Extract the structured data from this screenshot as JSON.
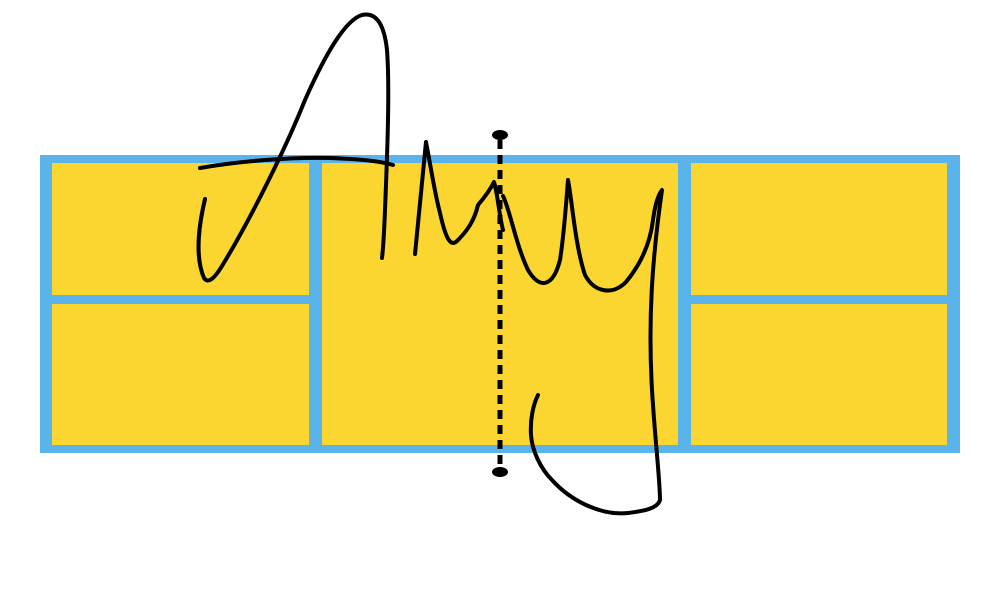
{
  "colors": {
    "frame": "#5ab4ea",
    "panel": "#fbd631",
    "background": "#ffffff",
    "ink": "#000000"
  },
  "diagram": {
    "panels": [
      {
        "name": "left-top"
      },
      {
        "name": "left-bottom"
      },
      {
        "name": "center"
      },
      {
        "name": "right-top"
      },
      {
        "name": "right-bottom"
      }
    ],
    "symmetry_line": {
      "style": "dashed",
      "end_markers": "dots"
    },
    "signature": {
      "text": "Amy"
    }
  }
}
